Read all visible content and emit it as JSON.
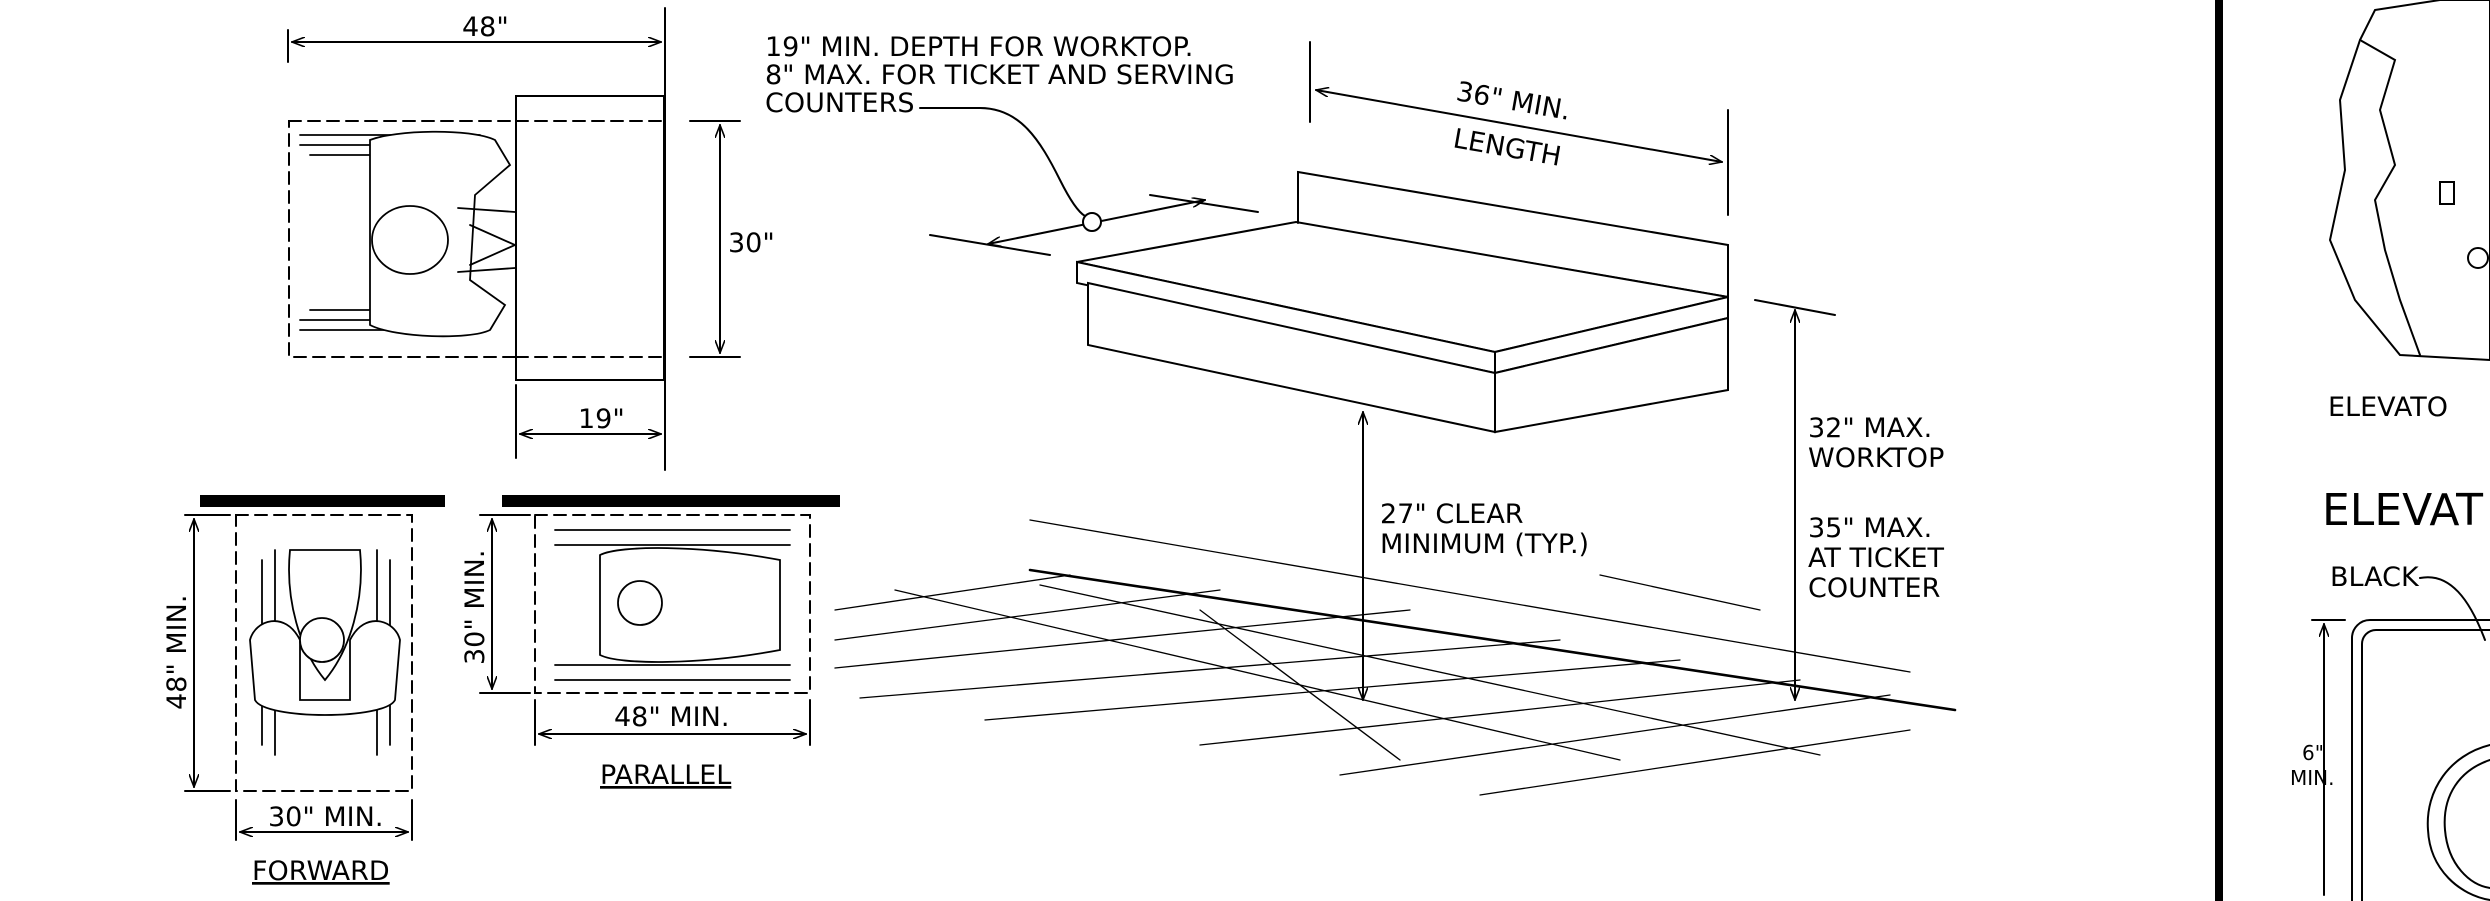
{
  "top_view": {
    "width_label": "48\"",
    "depth_label": "30\"",
    "knee_label": "19\""
  },
  "forward": {
    "title": "FORWARD",
    "height_label": "48\" MIN.",
    "width_label": "30\" MIN."
  },
  "parallel": {
    "title": "PARALLEL",
    "height_label": "30\" MIN.",
    "width_label": "48\" MIN."
  },
  "counter": {
    "depth_note": [
      "19\" MIN. DEPTH FOR WORKTOP.",
      "8\" MAX. FOR TICKET AND SERVING",
      "COUNTERS"
    ],
    "length_label_1": "36\" MIN.",
    "length_label_2": "LENGTH",
    "clear_label": [
      "27\" CLEAR",
      "MINIMUM (TYP.)"
    ],
    "height_labels": [
      "32\" MAX.",
      "WORKTOP",
      "35\" MAX.",
      "AT TICKET",
      "COUNTER"
    ]
  },
  "elevator_panel": {
    "caption": "ELEVATO",
    "heading": "ELEVAT",
    "black_label": "BLACK",
    "min_label": [
      "6\"",
      "MIN."
    ]
  }
}
